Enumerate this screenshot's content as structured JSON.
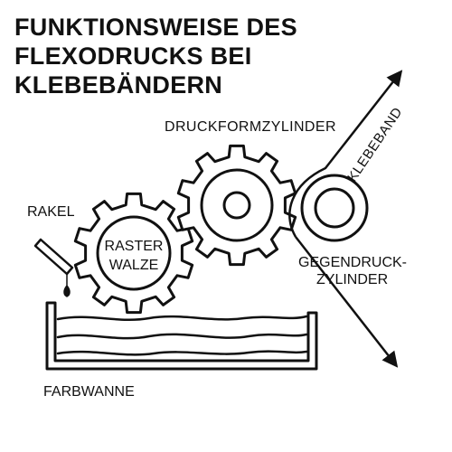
{
  "title": {
    "line1": "FUNKTIONSWEISE DES",
    "line2": "FLEXODRUCKS BEI",
    "line3": "KLEBEBÄNDERN"
  },
  "labels": {
    "druckformzylinder": "DRUCKFORMZYLINDER",
    "klebeband": "KLEBEBAND",
    "rakel": "RAKEL",
    "rasterwalze_line1": "RASTER",
    "rasterwalze_line2": "WALZE",
    "gegendruck_line1": "GEGENDRUCK-",
    "gegendruck_line2": "ZYLINDER",
    "farbwanne": "FARBWANNE"
  },
  "colors": {
    "ink": "#111111",
    "background": "#ffffff"
  }
}
